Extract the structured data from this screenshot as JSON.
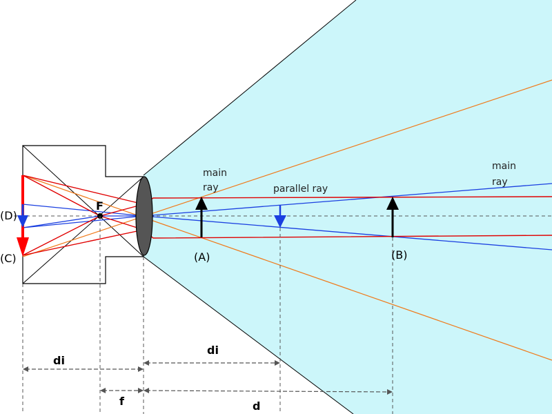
{
  "colors": {
    "field_of_view": "#ccf6fa",
    "red_ray": "#e00000",
    "blue_ray": "#1a3fe0",
    "orange_ray": "#f07a1a",
    "lens": "#555555",
    "image_D": "#1a3fe0",
    "image_C": "#ff0000",
    "object": "#000000"
  },
  "labels": {
    "focal_point": "F",
    "image_D": "(D)",
    "image_C": "(C)",
    "object_A": "(A)",
    "object_B": "(B)",
    "main_ray_1_line1": "main",
    "main_ray_1_line2": "ray",
    "parallel_ray": "parallel ray",
    "main_ray_2_line1": "main",
    "main_ray_2_line2": "ray",
    "dim_di_left": "di",
    "dim_di_right": "di",
    "dim_f": "f",
    "dim_d": "d"
  }
}
